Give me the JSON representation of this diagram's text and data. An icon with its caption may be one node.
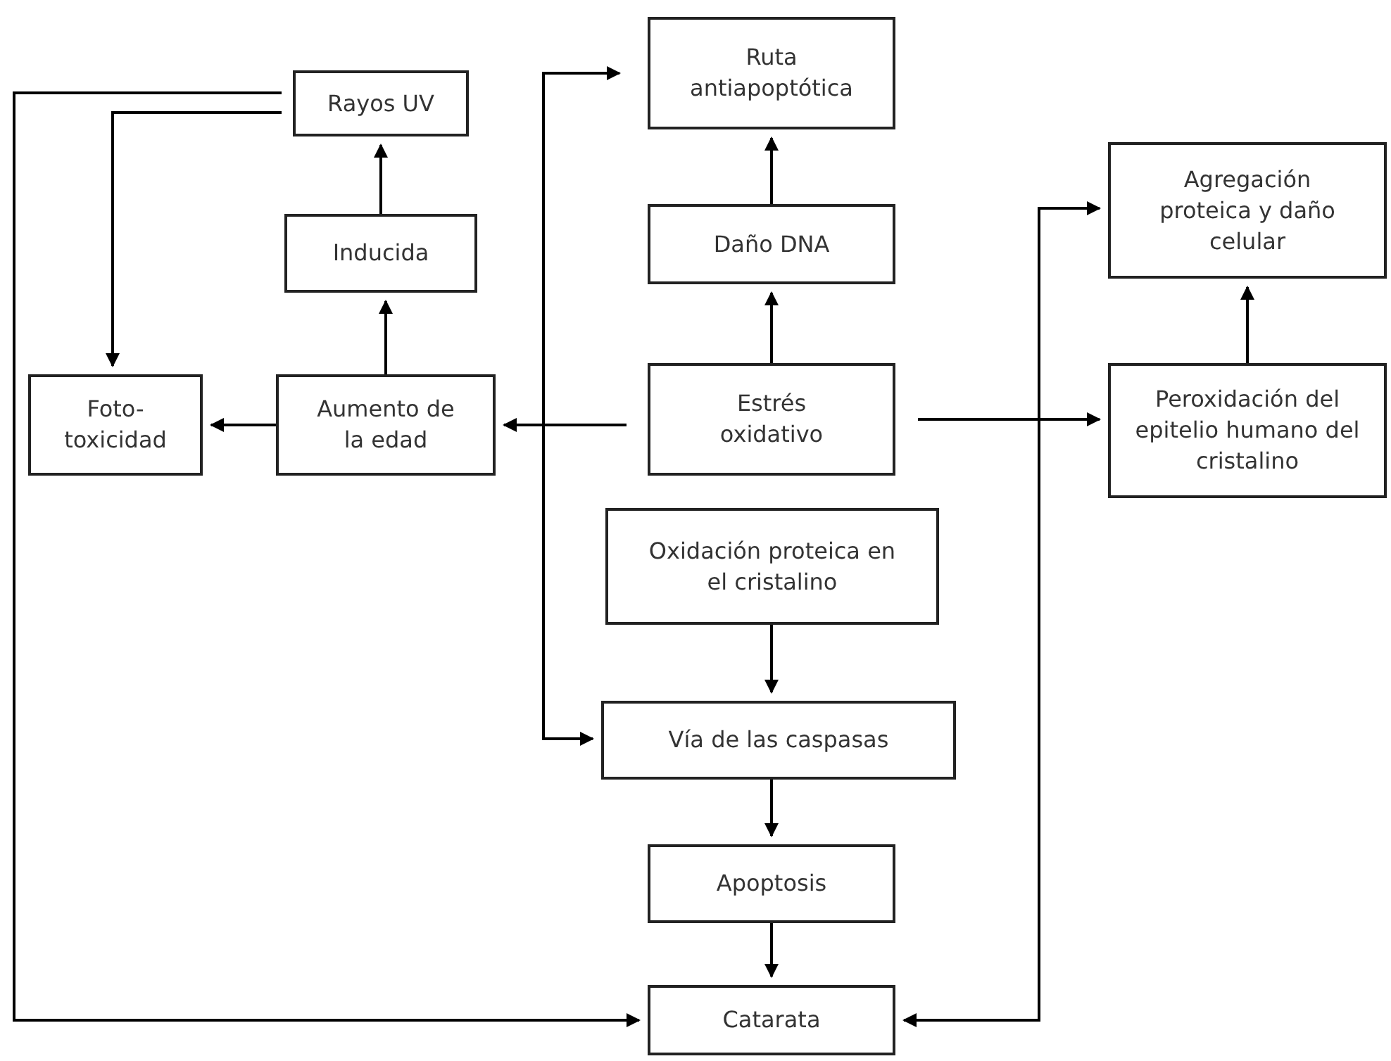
{
  "diagram": {
    "nodes": [
      {
        "text": [
          "Rayos UV"
        ]
      },
      {
        "text": [
          "Ruta antiapoptótica"
        ]
      },
      {
        "text": [
          "Inducida"
        ]
      },
      {
        "text": [
          "Daño DNA"
        ]
      },
      {
        "text": [
          "Agregación proteica y daño celular"
        ]
      },
      {
        "text": [
          "Foto- toxicidad"
        ]
      },
      {
        "text": [
          "Aumento de la edad"
        ]
      },
      {
        "text": [
          "Estrés oxidativo"
        ]
      },
      {
        "text": [
          "Peroxidación del epitelio humano del cristalino"
        ]
      },
      {
        "text": [
          "Oxidación proteica en el cristalino"
        ]
      },
      {
        "text": [
          "Vía de las caspasas"
        ]
      },
      {
        "text": [
          "Apoptosis"
        ]
      },
      {
        "text": [
          "Catarata"
        ]
      }
    ],
    "edges": [
      {
        "from": 2,
        "to": 0,
        "arrow": "to"
      },
      {
        "from": 6,
        "to": 2,
        "arrow": "to"
      },
      {
        "from": 6,
        "to": 5,
        "arrow": "to"
      },
      {
        "from": 7,
        "to": 6,
        "arrow": "to"
      },
      {
        "from": 0,
        "to": 5,
        "arrow": "to"
      },
      {
        "from": 0,
        "to": 12,
        "arrow": "to"
      },
      {
        "from": 3,
        "to": 1,
        "arrow": "to"
      },
      {
        "from": 7,
        "to": 3,
        "arrow": "to"
      },
      {
        "from": 7,
        "to": 8,
        "arrow": "to"
      },
      {
        "from": 8,
        "to": 4,
        "arrow": "to"
      },
      {
        "from": 1,
        "to": 10,
        "arrow": "both"
      },
      {
        "from": 4,
        "to": 12,
        "arrow": "both"
      },
      {
        "from": 9,
        "to": 10,
        "arrow": "to"
      },
      {
        "from": 10,
        "to": 11,
        "arrow": "to"
      },
      {
        "from": 11,
        "to": 12,
        "arrow": "to"
      }
    ]
  }
}
